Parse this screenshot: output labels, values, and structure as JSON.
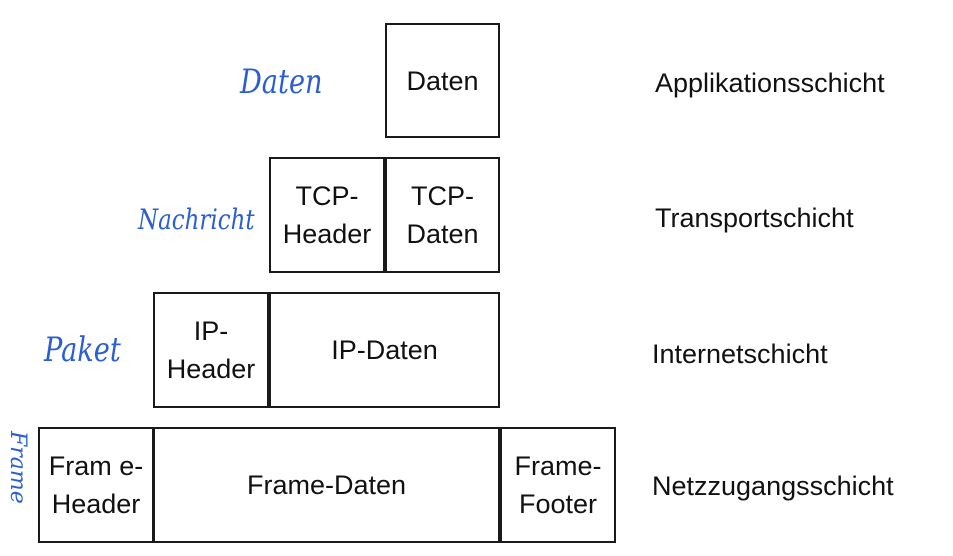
{
  "rows": {
    "app": {
      "box_daten": "Daten",
      "layer": "Applikationsschicht",
      "handwritten": "Daten"
    },
    "transport": {
      "box_header": [
        "TCP-",
        "Header"
      ],
      "box_daten": [
        "TCP-",
        "Daten"
      ],
      "layer": "Transportschicht",
      "handwritten": "Nachricht"
    },
    "internet": {
      "box_header": [
        "IP-",
        "Header"
      ],
      "box_daten": "IP-Daten",
      "layer": "Internetschicht",
      "handwritten": "Paket"
    },
    "netz": {
      "box_header": [
        "Fram e-",
        "Header"
      ],
      "box_daten": "Frame-Daten",
      "box_footer": [
        "Frame-",
        "Footer"
      ],
      "layer": "Netzzugangsschicht",
      "handwritten": "Frame"
    }
  },
  "colors": {
    "border": "#1a1a1a",
    "handwriting": "#2b5fd0"
  }
}
